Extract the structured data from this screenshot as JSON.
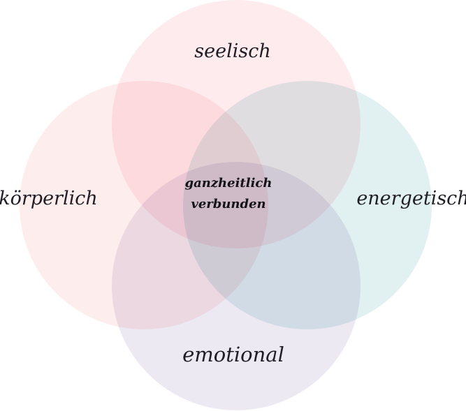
{
  "diagram": {
    "circles": [
      {
        "id": "seelisch",
        "label": "seelisch",
        "color": "#fde3e7"
      },
      {
        "id": "koerperlich",
        "label": "körperlich",
        "color": "#fde6e6"
      },
      {
        "id": "energetisch",
        "label": "energetisch",
        "color": "#d6eaec"
      },
      {
        "id": "emotional",
        "label": "emotional",
        "color": "#e4e0ee"
      }
    ],
    "center": {
      "line1": "ganzheitlich",
      "line2": "verbunden"
    }
  }
}
